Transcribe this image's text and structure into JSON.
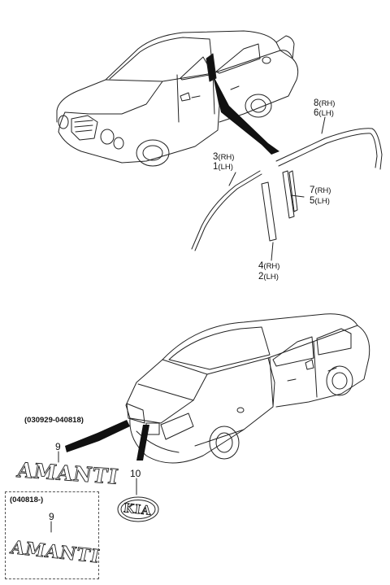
{
  "parts": [
    {
      "ref": "8",
      "side": "(RH)"
    },
    {
      "ref": "6",
      "side": "(LH)"
    },
    {
      "ref": "3",
      "side": "(RH)"
    },
    {
      "ref": "1",
      "side": "(LH)"
    },
    {
      "ref": "7",
      "side": "(RH)"
    },
    {
      "ref": "5",
      "side": "(LH)"
    },
    {
      "ref": "4",
      "side": "(RH)"
    },
    {
      "ref": "2",
      "side": "(LH)"
    }
  ],
  "rear": {
    "date_range_1": "(030929-040818)",
    "date_range_2": "(040818-)",
    "emblem_ref_1": "9",
    "emblem_ref_2": "9",
    "badge_ref": "10",
    "emblem_text": "AMANTI",
    "badge_text": "KIA"
  }
}
